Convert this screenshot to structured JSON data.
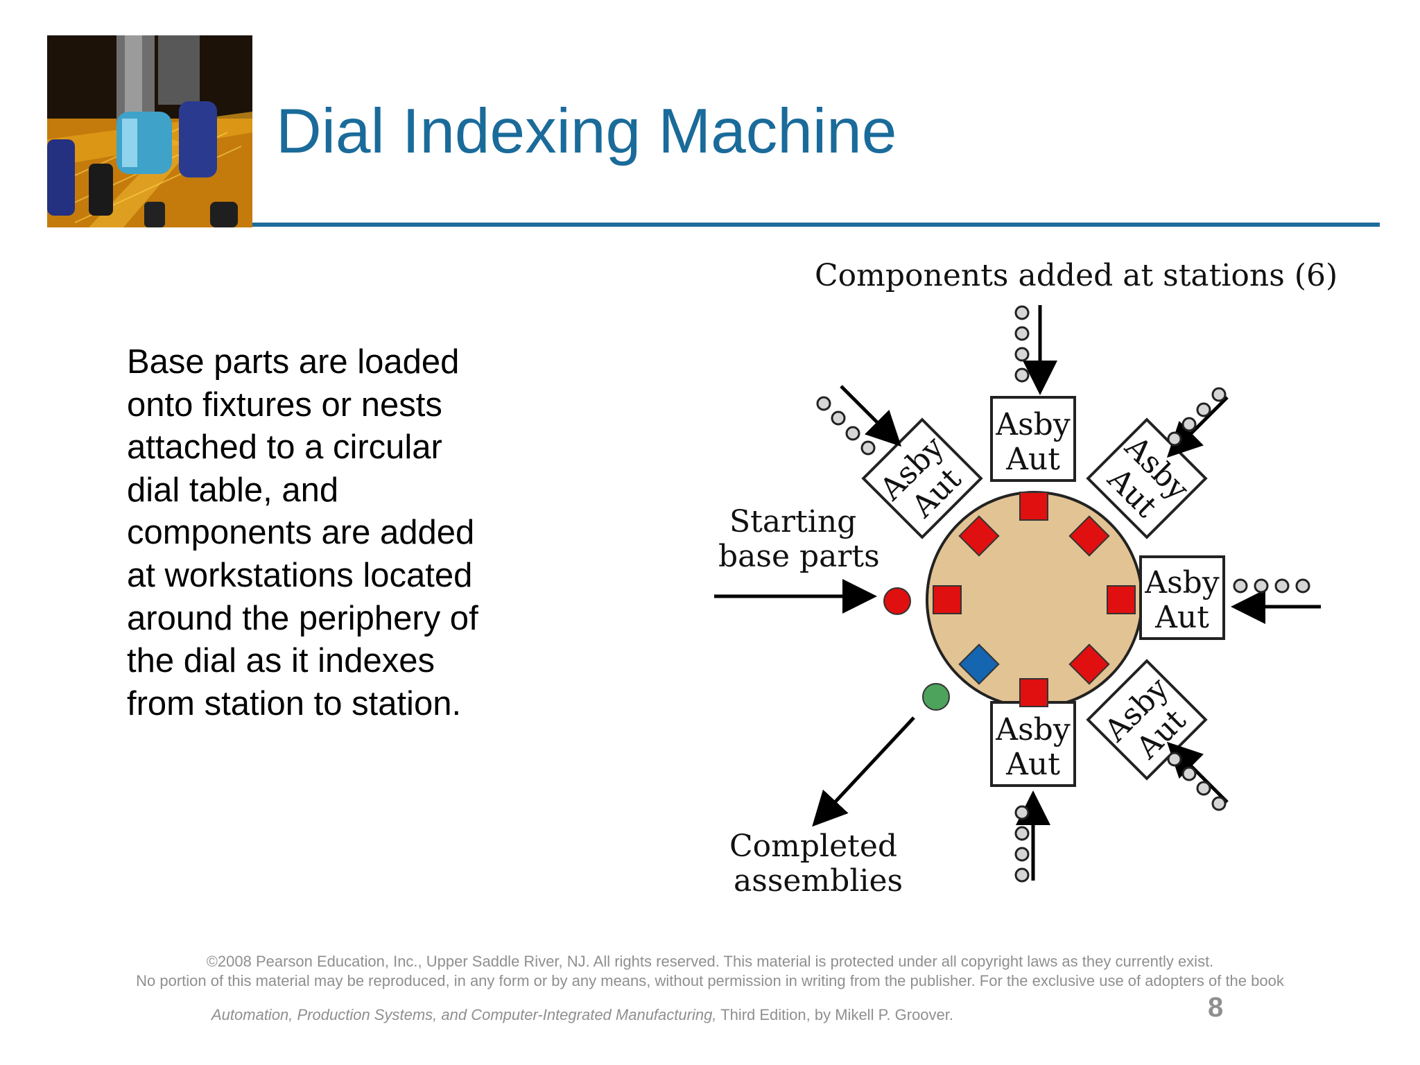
{
  "slide": {
    "title": "Dial Indexing Machine",
    "body_lines": [
      "Base parts are loaded",
      "onto fixtures or nests",
      "attached to a circular",
      "dial table, and",
      "components are added",
      "at workstations located",
      "around the periphery of",
      "the dial as it indexes",
      "from station to station."
    ],
    "page_number": "8"
  },
  "diagram": {
    "top_label": "Components added at stations (6)",
    "starting_label": [
      "Starting",
      "base parts"
    ],
    "completed_label": [
      "Completed",
      "assemblies"
    ],
    "station_line1": "Asby",
    "station_line2": "Aut",
    "station_count": 6,
    "colors": {
      "dial_fill": "#e2c393",
      "part": "#e01010",
      "completed_part": "#4da35c",
      "blue_part": "#1565b0",
      "title": "#1a6b9a"
    }
  },
  "footer": {
    "line1": "©2008 Pearson Education, Inc., Upper Saddle River, NJ.  All rights reserved.  This material is protected under all copyright laws as they currently exist.",
    "line2": "No portion of this material may be reproduced, in any form or by any means, without permission in writing from the publisher.  For the exclusive use of adopters of the book",
    "book_title": "Automation, Production Systems, and Computer-Integrated Manufacturing,",
    "book_rest": " Third Edition, by Mikell P. Groover."
  }
}
